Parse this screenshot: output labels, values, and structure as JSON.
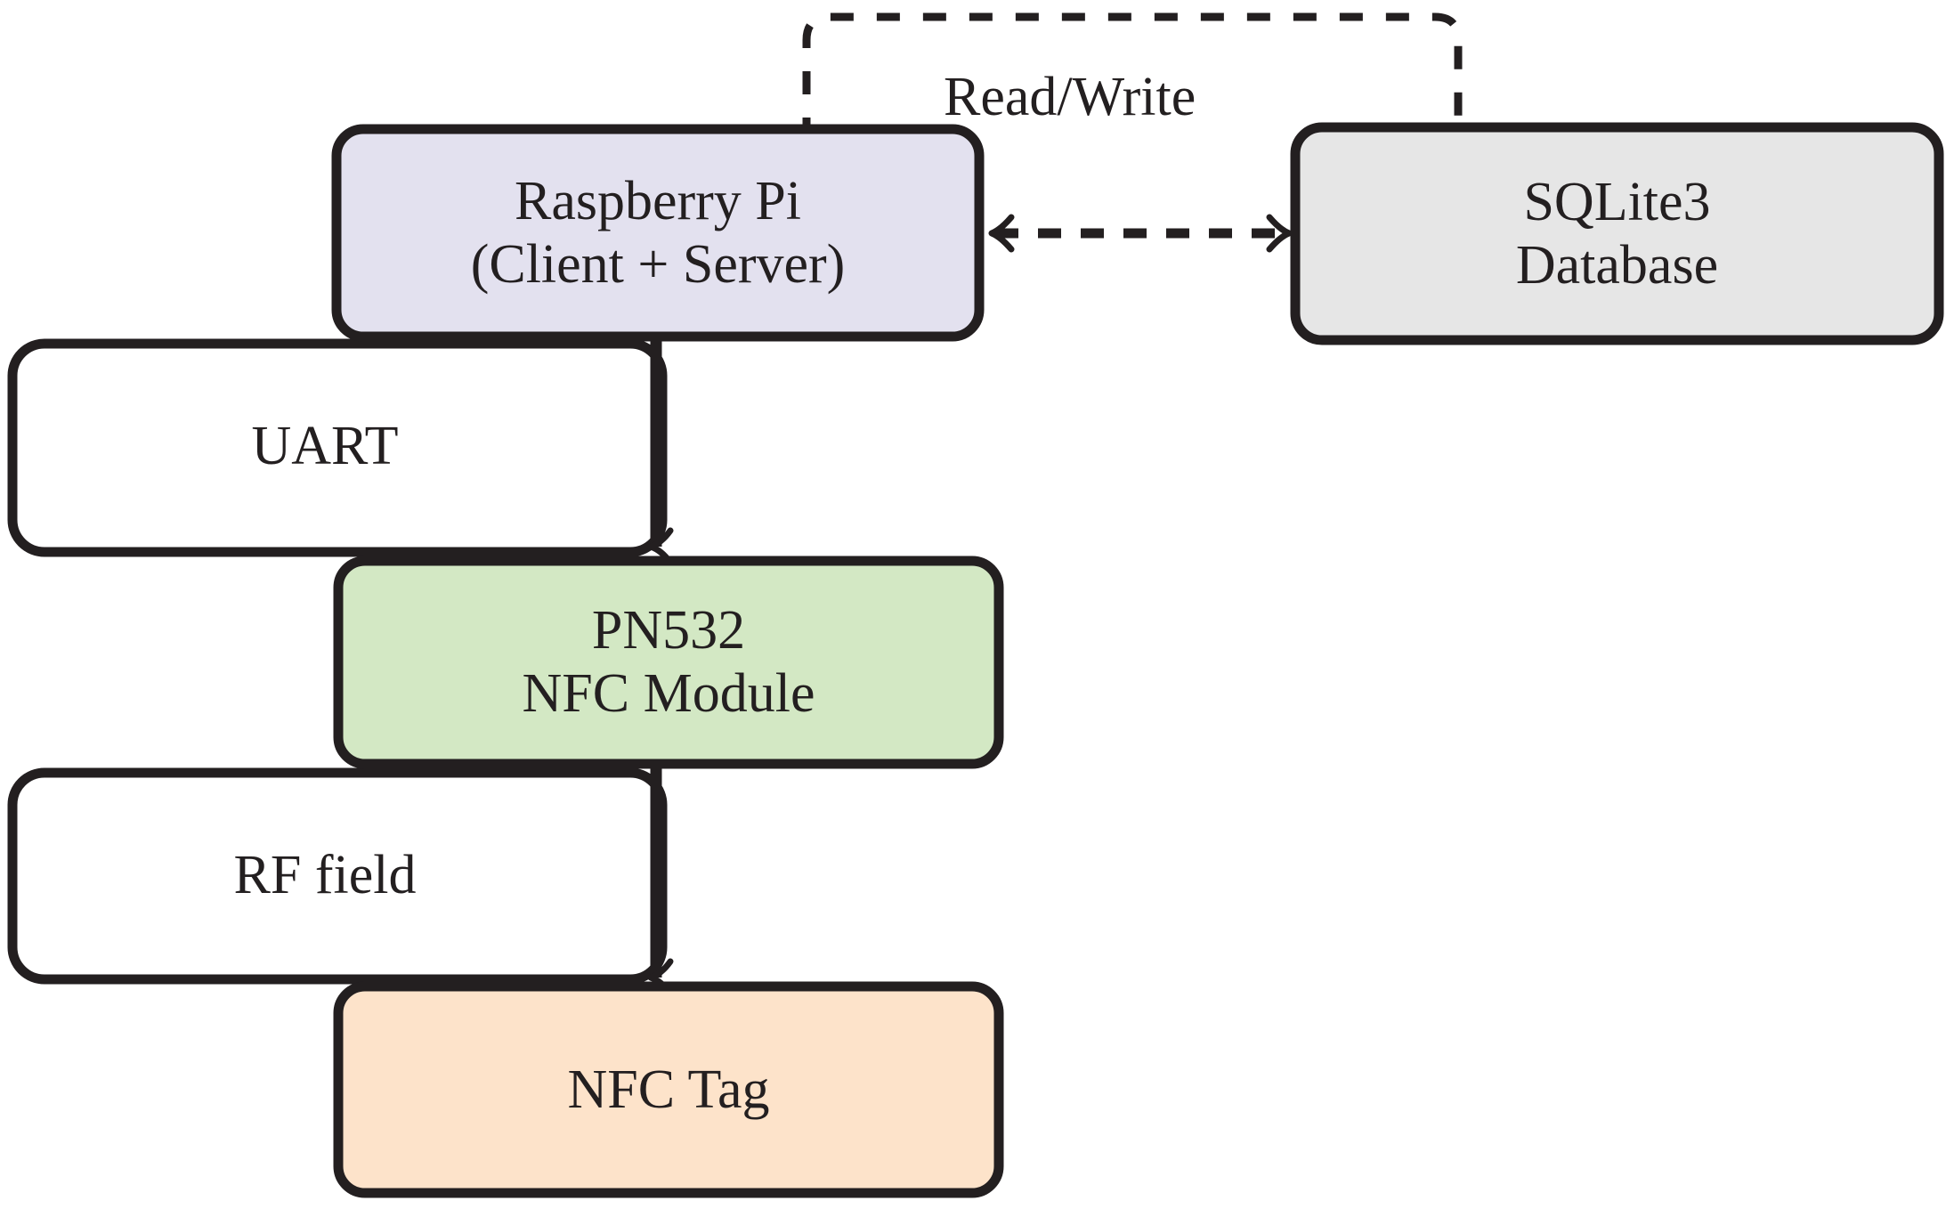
{
  "diagram": {
    "title": "NFC access-control system block diagram",
    "background_color": "#ffffff",
    "stroke_color": "#231f20",
    "text_color": "#231f20",
    "nodes": [
      {
        "id": "raspberry-pi",
        "line1": "Raspberry Pi",
        "line2": "(Client + Server)",
        "fill": "#e3e1ef"
      },
      {
        "id": "sqlite3-database",
        "line1": "SQLite3",
        "line2": "Database",
        "fill": "#e6e6e6"
      },
      {
        "id": "pn532-nfc-module",
        "line1": "PN532",
        "line2": "NFC Module",
        "fill": "#d3e8c4"
      },
      {
        "id": "nfc-tag",
        "line1": "NFC Tag",
        "line2": "",
        "fill": "#fde3ca"
      }
    ],
    "edge_labels": [
      {
        "id": "uart",
        "text": "UART",
        "fill": "#ffffff"
      },
      {
        "id": "rf-field",
        "text": "RF field",
        "fill": "#ffffff"
      },
      {
        "id": "read-write",
        "text": "Read/Write",
        "fill": "none"
      }
    ]
  }
}
